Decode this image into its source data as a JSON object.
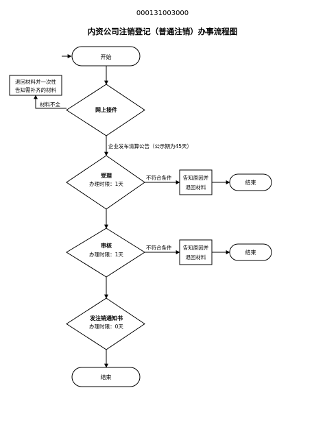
{
  "document": {
    "code": "000131003000",
    "title": "内资公司注销登记（普通注销）办事流程图"
  },
  "nodes": {
    "start": "开始",
    "online_accept": "网上接件",
    "return_materials_1": "退回材料并一次性",
    "return_materials_2": "告知需补齐的材料",
    "accept_title": "受理",
    "accept_time": "办理时限：1天",
    "review_title": "审核",
    "review_time": "办理时限：1天",
    "notice_title": "发注销通知书",
    "notice_time": "办理时限：0天",
    "reject1_line1": "告知原因并",
    "reject1_line2": "退回材料",
    "reject2_line1": "告知原因并",
    "reject2_line2": "退回材料",
    "end_reject1": "结束",
    "end_reject2": "结束",
    "end_main": "结束"
  },
  "edges": {
    "materials_incomplete": "材料不全",
    "publish_notice": "企业发布清算公告（公示期为45天）",
    "not_compliant_1": "不符合条件",
    "not_compliant_2": "不符合条件"
  }
}
